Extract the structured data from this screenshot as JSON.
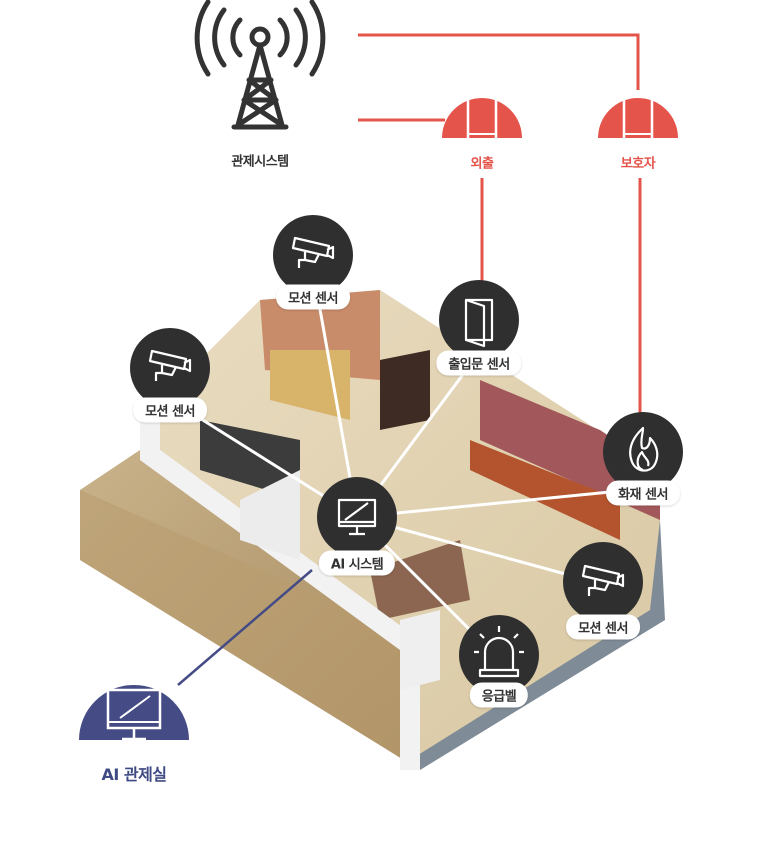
{
  "top": {
    "control_system": "관제시스템",
    "outing": "외출",
    "guardian": "보호자"
  },
  "sensors": {
    "motion_top": "모션 센서",
    "motion_left": "모션 센서",
    "door": "출입문 센서",
    "fire": "화재 센서",
    "ai_system": "AI 시스템",
    "motion_right": "모션 센서",
    "emergency_bell": "응급벨"
  },
  "ai_control_room": "AI 관제실",
  "colors": {
    "red": "#e5544a",
    "dark": "#2f2f2f",
    "navy": "#454c85"
  }
}
